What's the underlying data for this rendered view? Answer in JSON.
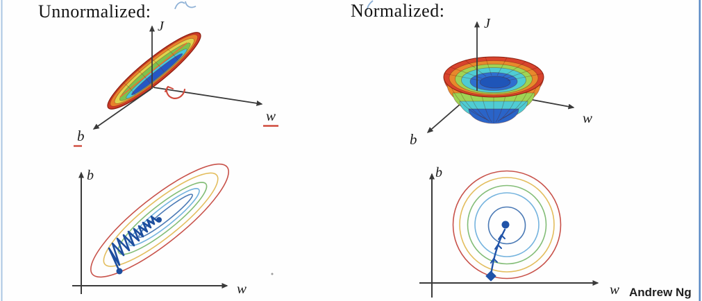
{
  "slide": {
    "title_left": "Unnormalized:",
    "title_right": "Normalized:",
    "credit": "Andrew Ng"
  },
  "axes": {
    "cost": "J",
    "weight": "w",
    "bias": "b"
  },
  "panels": {
    "surface_unnormalized": {
      "type": "3d-cost-surface",
      "shape": "thin elongated tilted elliptical surface (squashed bowl seen edge-on)",
      "band_colors_outer_to_inner": [
        "red",
        "orange",
        "yellow",
        "green",
        "cyan",
        "blue"
      ],
      "annotations": [
        "hand-drawn red curved arrow pointing at the minimum",
        "red underline under w label",
        "red underline under b label"
      ]
    },
    "surface_normalized": {
      "type": "3d-cost-surface",
      "shape": "round symmetric bowl",
      "band_colors_rim_to_floor": [
        "red",
        "orange",
        "yellow-green",
        "cyan",
        "blue"
      ]
    },
    "contour_unnormalized": {
      "type": "contour-plot",
      "contours": "elongated tilted ellipses",
      "contour_colors_outer_to_inner": [
        "red",
        "yellow",
        "green",
        "light-blue",
        "dark-blue"
      ],
      "path": "oscillating zigzag gradient-descent path from lower edge to central minimum dot"
    },
    "contour_normalized": {
      "type": "contour-plot",
      "contours": "concentric circles",
      "contour_colors_outer_to_inner": [
        "red",
        "yellow",
        "green",
        "light-blue",
        "dark-blue"
      ],
      "path": "short direct gradient-descent path with arrow ticks from bottom dot to central minimum"
    }
  },
  "annotations": {
    "stray_ink": "faint blue handwriting fragments cut off at top edge"
  },
  "colors": {
    "contour_red": "#c8524a",
    "contour_yellow": "#e3bd5d",
    "contour_green": "#83bd77",
    "contour_light_blue": "#74b3de",
    "contour_inner_blue": "#4a79b5",
    "descent_path_blue": "#2053a8",
    "surface_red": "#d8432c",
    "surface_orange": "#e8892c",
    "surface_yellow": "#ddd44e",
    "surface_green": "#8ccf5a",
    "surface_cyan": "#4fccd4",
    "surface_blue": "#2a64c8",
    "axis_color": "#3a3a3a",
    "annotation_red": "#cf4a3c",
    "ink_blue": "#7aa3cf",
    "border_left_blue": "#aac6e2",
    "border_right_blue": "#5b8ac5"
  }
}
